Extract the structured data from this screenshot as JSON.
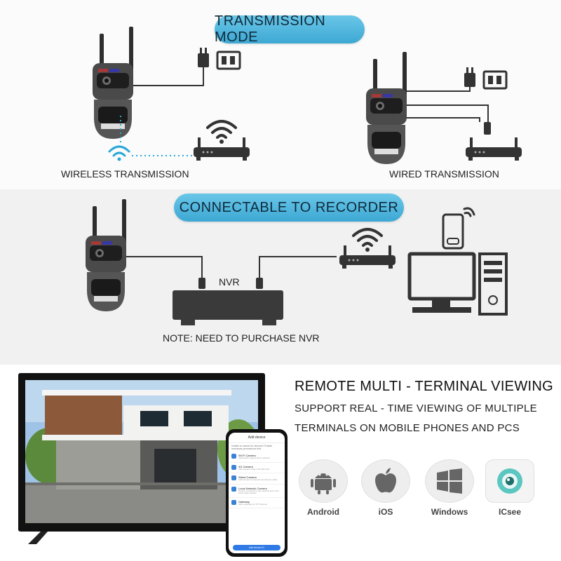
{
  "transmission": {
    "title": "TRANSMISSION MODE",
    "wireless_label": "WIRELESS TRANSMISSION",
    "wired_label": "WIRED TRANSMISSION"
  },
  "recorder": {
    "title": "CONNECTABLE TO RECORDER",
    "nvr_label": "NVR",
    "note": "NOTE: NEED TO PURCHASE NVR"
  },
  "remote": {
    "headline": "REMOTE MULTI - TERMINAL VIEWING",
    "sub_line1": "SUPPORT REAL - TIME VIEWING OF MULTIPLE",
    "sub_line2": "TERMINALS ON MOBILE PHONES AND PCS"
  },
  "platforms": [
    {
      "name": "Android",
      "icon": "android-icon"
    },
    {
      "name": "iOS",
      "icon": "apple-icon"
    },
    {
      "name": "Windows",
      "icon": "windows-icon"
    },
    {
      "name": "ICsee",
      "icon": "icsee-app-icon"
    }
  ],
  "phone_screen": {
    "header": "Add device",
    "hint": "Unable to search for devices? Enable necessary permissions first",
    "items": [
      {
        "title": "Wi-Fi Camera",
        "desc": "Add device using a Wi-Fi network"
      },
      {
        "title": "4G Camera",
        "desc": "Add camera using a 4G SIM card"
      },
      {
        "title": "Wired Camera",
        "desc": "Add camera connected via ethernet cable"
      },
      {
        "title": "Local Network Camera",
        "desc": "Device connected to the network and in the same local network"
      },
      {
        "title": "Gateway",
        "desc": "Add a gateway for IOT devices"
      }
    ],
    "button": "Add device ID"
  },
  "colors": {
    "accent": "#49b4dc",
    "wifi_accent": "#29a8d8",
    "device_dark": "#3a3a3a"
  }
}
